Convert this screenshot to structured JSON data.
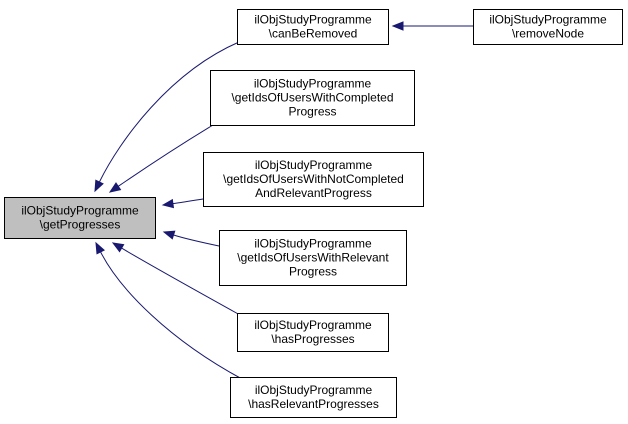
{
  "diagram": {
    "type": "call-graph",
    "edge_color": "#191970",
    "root_fill": "#bfbfbf",
    "nodes": {
      "getProgresses": {
        "lines": [
          "ilObjStudyProgramme",
          "\\getProgresses"
        ],
        "root": true
      },
      "canBeRemoved": {
        "lines": [
          "ilObjStudyProgramme",
          "\\canBeRemoved"
        ]
      },
      "removeNode": {
        "lines": [
          "ilObjStudyProgramme",
          "\\removeNode"
        ]
      },
      "getIdsOfUsersWithCompletedProgress": {
        "lines": [
          "ilObjStudyProgramme",
          "\\getIdsOfUsersWithCompleted",
          "Progress"
        ]
      },
      "getIdsOfUsersWithNotCompletedAndRelevantProgress": {
        "lines": [
          "ilObjStudyProgramme",
          "\\getIdsOfUsersWithNotCompleted",
          "AndRelevantProgress"
        ]
      },
      "getIdsOfUsersWithRelevantProgress": {
        "lines": [
          "ilObjStudyProgramme",
          "\\getIdsOfUsersWithRelevant",
          "Progress"
        ]
      },
      "hasProgresses": {
        "lines": [
          "ilObjStudyProgramme",
          "\\hasProgresses"
        ]
      },
      "hasRelevantProgresses": {
        "lines": [
          "ilObjStudyProgramme",
          "\\hasRelevantProgresses"
        ]
      }
    },
    "edges": [
      {
        "from": "canBeRemoved",
        "to": "getProgresses"
      },
      {
        "from": "removeNode",
        "to": "canBeRemoved"
      },
      {
        "from": "getIdsOfUsersWithCompletedProgress",
        "to": "getProgresses"
      },
      {
        "from": "getIdsOfUsersWithNotCompletedAndRelevantProgress",
        "to": "getProgresses"
      },
      {
        "from": "getIdsOfUsersWithRelevantProgress",
        "to": "getProgresses"
      },
      {
        "from": "hasProgresses",
        "to": "getProgresses"
      },
      {
        "from": "hasRelevantProgresses",
        "to": "getProgresses"
      }
    ]
  }
}
